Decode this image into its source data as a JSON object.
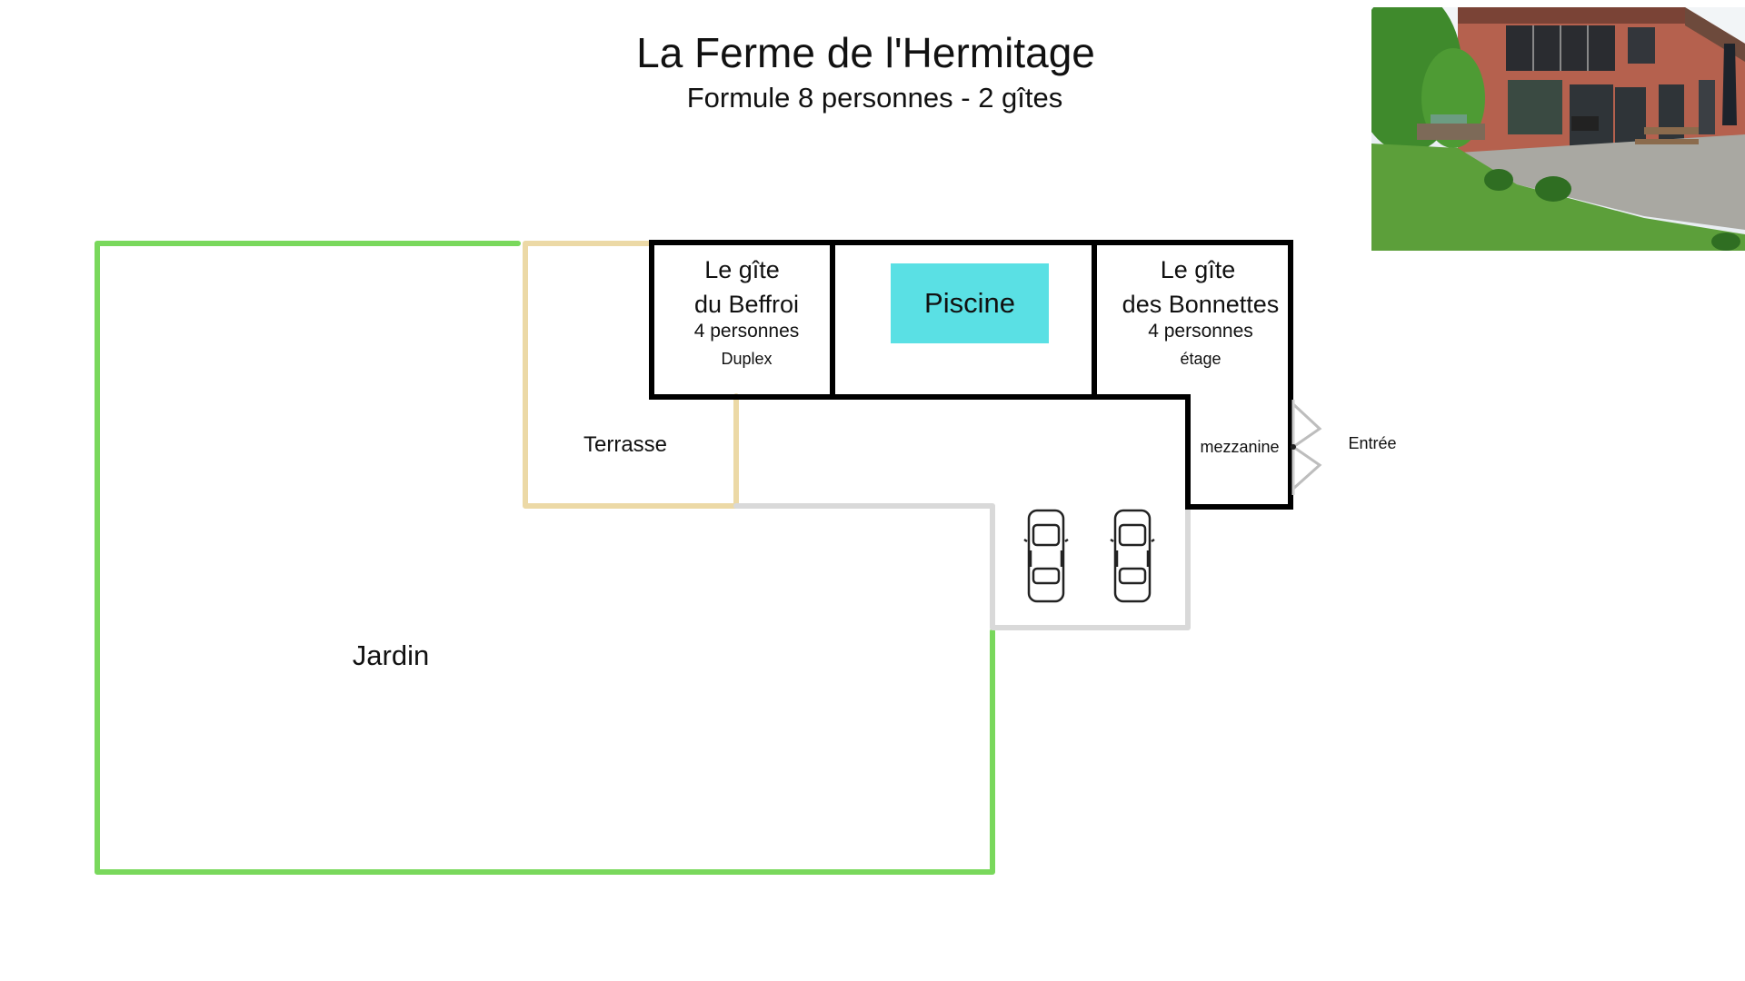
{
  "title": "La Ferme de l'Hermitage",
  "subtitle": "Formule 8 personnes - 2 gîtes",
  "colors": {
    "jardin": "#79d85c",
    "terrasse": "#ecd9a6",
    "parking": "#d9d9d9",
    "walls": "#000000",
    "piscine": "#5ae0e4"
  },
  "rooms": {
    "gite_beffroi": {
      "line1": "Le gîte",
      "line2": "du Beffroi",
      "capacity": "4 personnes",
      "type": "Duplex"
    },
    "piscine": {
      "label": "Piscine"
    },
    "gite_bonnettes": {
      "line1": "Le gîte",
      "line2": "des Bonnettes",
      "capacity": "4 personnes",
      "type": "étage"
    },
    "mezzanine": {
      "label": "mezzanine"
    },
    "terrasse": {
      "label": "Terrasse"
    },
    "jardin": {
      "label": "Jardin"
    },
    "entree": {
      "label": "Entrée"
    }
  },
  "icons": [
    "car-icon",
    "car-icon",
    "door-icon",
    "farmhouse-photo"
  ]
}
